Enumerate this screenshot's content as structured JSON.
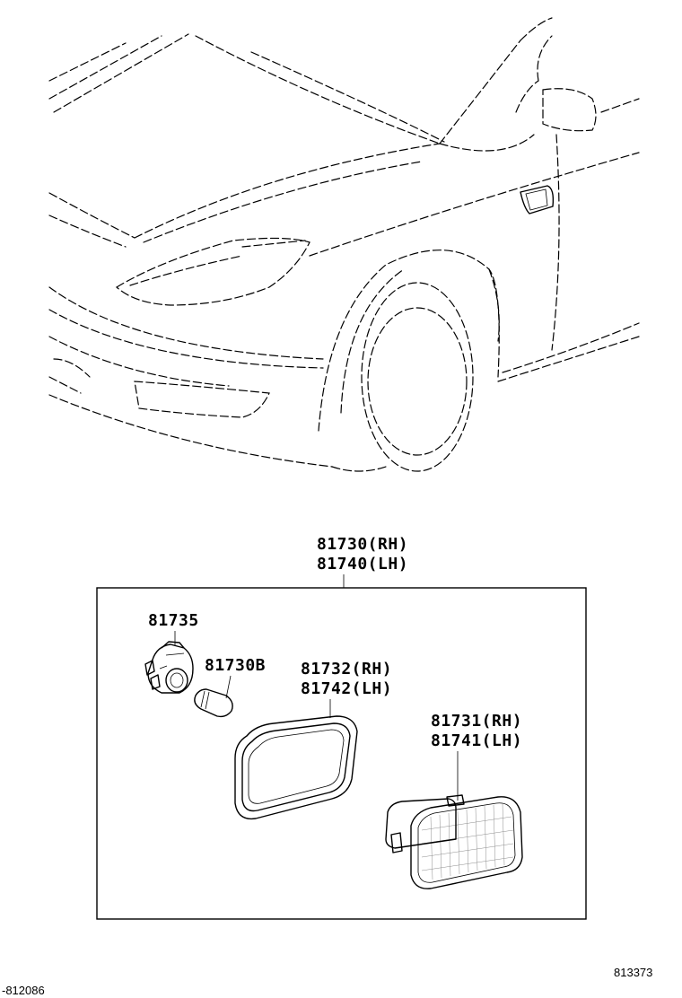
{
  "assembly": {
    "part_rh": "81730(RH)",
    "part_lh": "81740(LH)"
  },
  "parts": {
    "socket": "81735",
    "bulb": "81730B",
    "gasket_rh": "81732(RH)",
    "gasket_lh": "81742(LH)",
    "lens_rh": "81731(RH)",
    "lens_lh": "81741(LH)"
  },
  "footer": {
    "figure_code": "813373",
    "page_code": "-812086"
  }
}
